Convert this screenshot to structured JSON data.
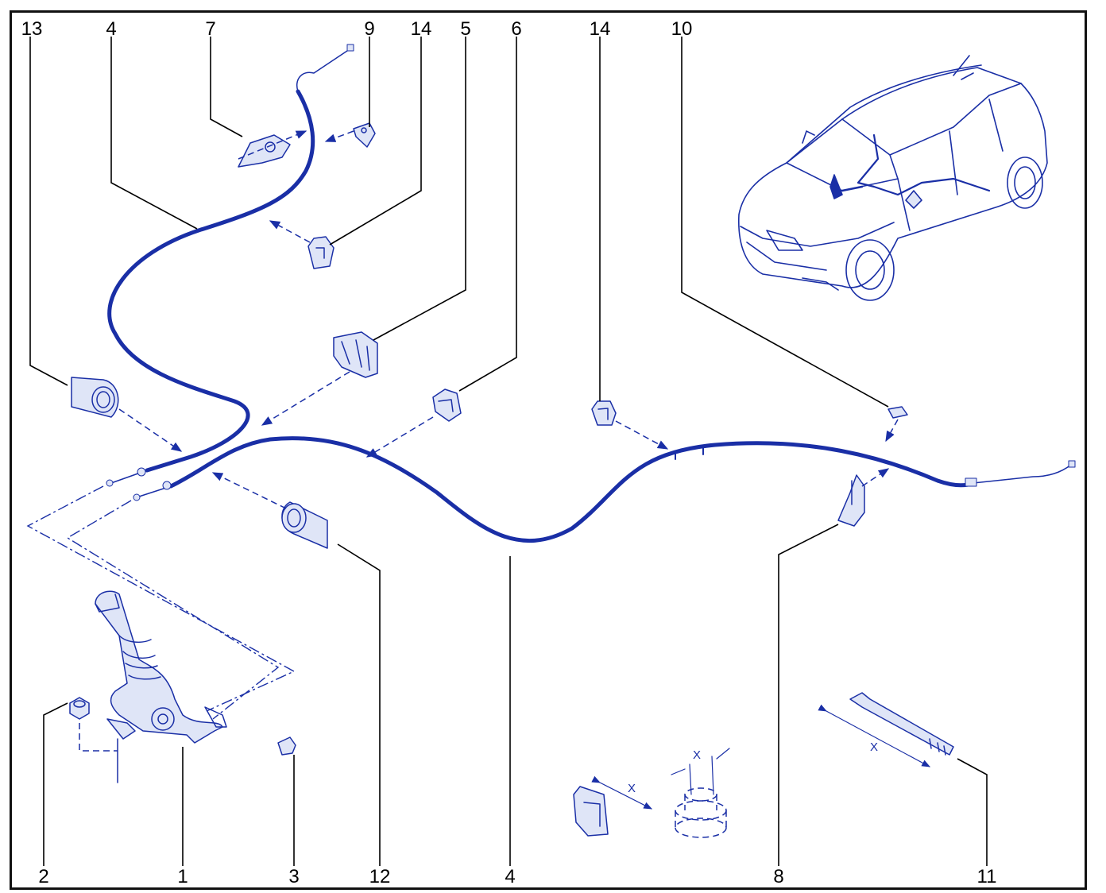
{
  "colors": {
    "line": "#1a2fa6",
    "fill": "#dfe5f7",
    "label": "#000000",
    "frame": "#111111"
  },
  "labels": {
    "l13": "13",
    "l4a": "4",
    "l7": "7",
    "l9": "9",
    "l14a": "14",
    "l5": "5",
    "l6": "6",
    "l14b": "14",
    "l10": "10",
    "l2": "2",
    "l1": "1",
    "l3": "3",
    "l12": "12",
    "l4b": "4",
    "l8": "8",
    "l11": "11"
  },
  "dimension_marks": {
    "x1": "X",
    "x2": "X",
    "x3": "X"
  }
}
